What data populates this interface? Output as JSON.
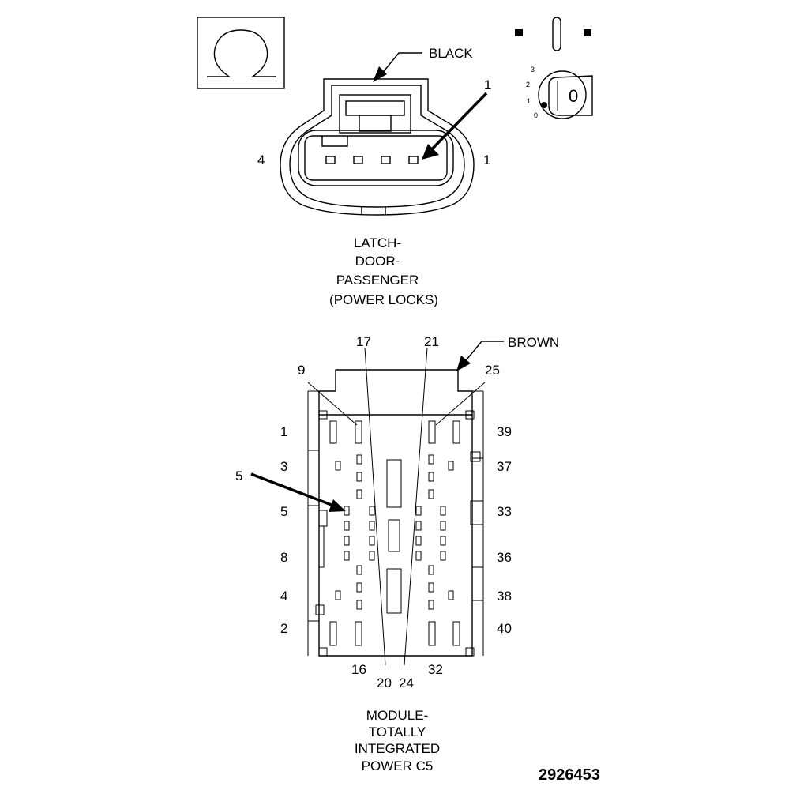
{
  "connector1": {
    "color_label": "BLACK",
    "pin_left": "4",
    "pin_right": "1",
    "callout": "1",
    "caption": [
      "LATCH-",
      "DOOR-",
      "PASSENGER",
      "(POWER LOCKS)"
    ]
  },
  "key_icon": {
    "ticks": [
      "3",
      "2",
      "1",
      "0"
    ],
    "key_label": "0"
  },
  "connector2": {
    "color_label": "BROWN",
    "top_labels": [
      "17",
      "21",
      "9",
      "25"
    ],
    "left_labels": [
      "1",
      "3",
      "5",
      "8",
      "4",
      "2"
    ],
    "right_labels": [
      "39",
      "37",
      "33",
      "36",
      "38",
      "40"
    ],
    "bottom_labels": [
      "16",
      "32",
      "20",
      "24"
    ],
    "callout": "5",
    "caption": [
      "MODULE-",
      "TOTALLY",
      "INTEGRATED",
      "POWER C5"
    ]
  },
  "figure_id": "2926453"
}
